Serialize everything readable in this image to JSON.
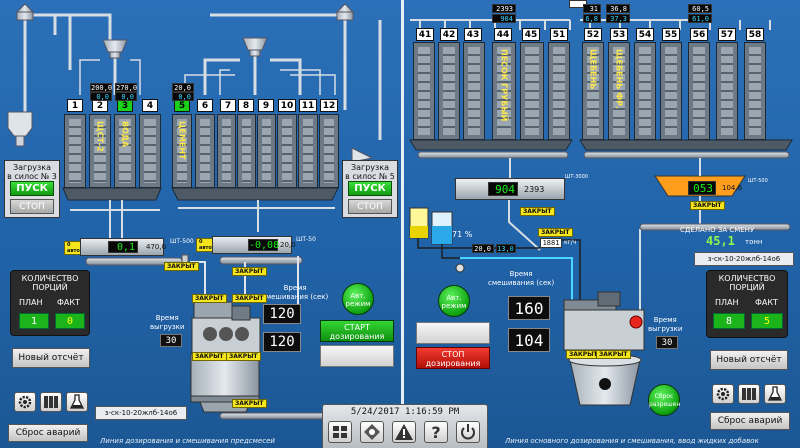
{
  "left": {
    "silos": [
      {
        "n": "1",
        "green": false,
        "label": "",
        "v_top": "",
        "v_bot": ""
      },
      {
        "n": "2",
        "green": false,
        "label": "ЩСТ-2",
        "v_top": "200,0",
        "v_bot": "0,0"
      },
      {
        "n": "3",
        "green": true,
        "label": "ВОДА",
        "v_top": "270,0",
        "v_bot": "0,0"
      },
      {
        "n": "4",
        "green": false,
        "label": "",
        "v_top": "",
        "v_bot": ""
      },
      {
        "n": "5",
        "green": true,
        "label": "ЦЕМЕНТ",
        "v_top": "20,0",
        "v_bot": "0,0"
      },
      {
        "n": "6",
        "green": false,
        "label": "",
        "v_top": "",
        "v_bot": ""
      },
      {
        "n": "7",
        "green": false,
        "label": "",
        "v_top": "",
        "v_bot": ""
      },
      {
        "n": "8",
        "green": false,
        "label": "",
        "v_top": "",
        "v_bot": ""
      },
      {
        "n": "9",
        "green": false,
        "label": "",
        "v_top": "",
        "v_bot": ""
      },
      {
        "n": "10",
        "green": false,
        "label": "",
        "v_top": "",
        "v_bot": ""
      },
      {
        "n": "11",
        "green": false,
        "label": "",
        "v_top": "",
        "v_bot": ""
      },
      {
        "n": "12",
        "green": false,
        "label": "",
        "v_top": "",
        "v_bot": ""
      }
    ],
    "load3": {
      "title": "Загрузка\nв силос № 3",
      "pusk": "ПУСК",
      "stop": "СТОП"
    },
    "load5": {
      "title": "Загрузка\nв силос № 5",
      "pusk": "ПУСК",
      "stop": "СТОП"
    },
    "scale1": {
      "tag": "ШТ-500",
      "lcd": "0,1",
      "val": "470,0",
      "badge": "ЗАКРЫТ",
      "auto": "0\nавто"
    },
    "scale2": {
      "tag": "ШТ-50",
      "lcd": "-0,08",
      "val": "20,0",
      "badge": "ЗАКРЫТ",
      "auto": "0\nавто"
    },
    "unload_time": {
      "label": "Время\nвыгрузки",
      "value": "30"
    },
    "mix_time": {
      "label": "Время\nсмешивания (сек)",
      "v1": "120",
      "v2": "120"
    },
    "mixer_badges": [
      "ЗАКРЫТ",
      "ЗАКРЫТ",
      "ЗАКРЫТ",
      "ЗАКРЫТ",
      "ЗАКРЫТ"
    ],
    "portions": {
      "title": "КОЛИЧЕСТВО\nПОРЦИЙ",
      "plan_label": "ПЛАН",
      "fact_label": "ФАКТ",
      "plan": "1",
      "fact": "0"
    },
    "new_report": "Новый отсчёт",
    "auto_mode": "Авт.\nрежим",
    "start_btn": "СТАРТ\nдозирования",
    "recipe": "з-ск-10-20жлб-14о6",
    "reset": "Сброс аварий",
    "caption": "Линия дозирования и смешивания предсмесей"
  },
  "right": {
    "silos": [
      {
        "n": "41",
        "label": ""
      },
      {
        "n": "42",
        "label": ""
      },
      {
        "n": "43",
        "label": ""
      },
      {
        "n": "44",
        "label": "ПЕСОК ГРУБЫЙ"
      },
      {
        "n": "45",
        "label": ""
      },
      {
        "n": "51",
        "label": ""
      },
      {
        "n": "52",
        "label": "ЩЕБЕНЬ"
      },
      {
        "n": "53",
        "label": "ЩЕБЕНЬ ФР."
      },
      {
        "n": "54",
        "label": ""
      },
      {
        "n": "55",
        "label": ""
      },
      {
        "n": "56",
        "label": ""
      },
      {
        "n": "57",
        "label": ""
      },
      {
        "n": "58",
        "label": ""
      }
    ],
    "top_vals": [
      {
        "a": "2393",
        "b": "904"
      },
      {
        "a": "31",
        "b": "6,8"
      },
      {
        "a": "36,8",
        "b": "37,3"
      },
      {
        "a": "60,5",
        "b": "61,0"
      }
    ],
    "sand_scale": {
      "tag": "ШТ-3000",
      "lcd": "904",
      "val": "2393",
      "badge": "ЗАКРЫТ"
    },
    "rubble_scale": {
      "tag": "ШТ-500",
      "lcd": "053",
      "val": "104,6",
      "badge": "ЗАКРЫТ"
    },
    "water": {
      "percent": "71 %",
      "v1": "20,0",
      "v2": "13,0",
      "flow": "1881",
      "flow_unit": "кг/ч",
      "badge": "ЗАКРЫТ"
    },
    "shift": {
      "label": "СДЕЛАНО ЗА СМЕНУ",
      "value": "45,1",
      "unit": "тонн"
    },
    "recipe": "з-ск-10-20жлб-14о6",
    "mix_time": {
      "label": "Время\nсмешивания (сек)",
      "v1": "160",
      "v2": "104"
    },
    "auto_mode": "Авт.\nрежим",
    "stop_btn": "СТОП\nдозирования",
    "unload_time": {
      "label": "Время\nвыгрузки",
      "value": "30"
    },
    "portions": {
      "title": "КОЛИЧЕСТВО\nПОРЦИЙ",
      "plan_label": "ПЛАН",
      "fact_label": "ФАКТ",
      "plan": "8",
      "fact": "5"
    },
    "new_report": "Новый отсчёт",
    "reset": "Сброс аварий",
    "unload_mode": "Сброс\nразрешен",
    "mixer_badges": [
      "ЗАКРЫТ",
      "ЗАКРЫТ"
    ],
    "caption": "Линия основного дозирования и смешивания, ввод жидких добавок"
  },
  "footer": {
    "datetime": "5/24/2017 1:16:59 PM"
  },
  "colors": {
    "bg": "#2163a8",
    "green": "#19d219",
    "yellow": "#f4e51c",
    "orange": "#ff9d1c",
    "red": "#e8251c"
  }
}
